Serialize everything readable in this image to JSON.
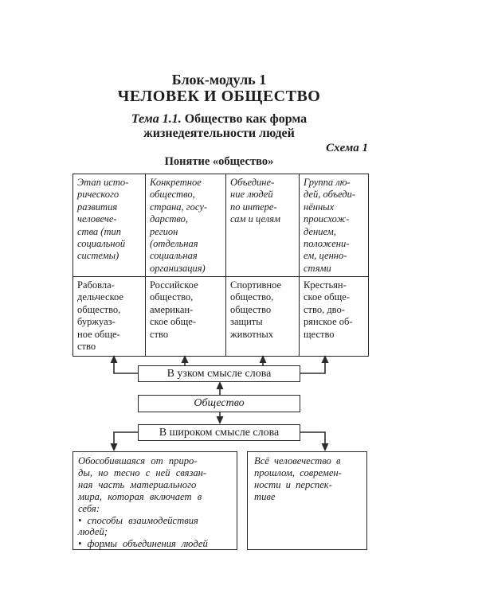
{
  "header": {
    "module_label": "Блок-модуль 1",
    "module_title": "ЧЕЛОВЕК И ОБЩЕСТВО",
    "theme_label": "Тема 1.1.",
    "theme_rest": " Общество как форма",
    "theme_line2": "жизнедеятельности людей",
    "schema_label": "Схема 1",
    "concept_heading": "Понятие «общество»"
  },
  "table": {
    "header_cells": [
      "Этап исто-\nрического\nразвития\nчеловече-\nства (тип\nсоциальной\nсистемы)",
      "Конкретное\nобщество,\nстрана, госу-\nдарство,\nрегион\n(отдельная\nсоциальная\nорганизация)",
      "Объедине-\nние людей\nпо интере-\nсам и целям",
      "Группа лю-\nдей, объеди-\nнённых\nпроисхож-\nдением,\nположени-\nем, ценно-\nстями"
    ],
    "example_cells": [
      "Рабовла-\nдельческое\nобщество,\nбуржуаз-\nное обще-\nство",
      "Российское\nобщество,\nамерикан-\nское обще-\nство",
      "Спортивное\nобщество,\nобщество\nзащиты\nживотных",
      "Крестьян-\nское обще-\nство, дво-\nрянское об-\nщество"
    ]
  },
  "diagram": {
    "narrow_box": "В узком смысле слова",
    "root_box": "Общество",
    "broad_box": "В широком смысле слова",
    "broad_left": "Обособившаяся от приро-\nды, но тесно с ней связан-\nная часть материального\nмира, которая включает в\nсебя:\n• способы взаимодействия\nлюдей;\n• формы объединения людей",
    "broad_right": "Всё человечество в\nпрошлом, современ-\nности и перспек-\nтиве"
  },
  "colors": {
    "ink": "#1c1c1c",
    "paper": "#ffffff"
  }
}
